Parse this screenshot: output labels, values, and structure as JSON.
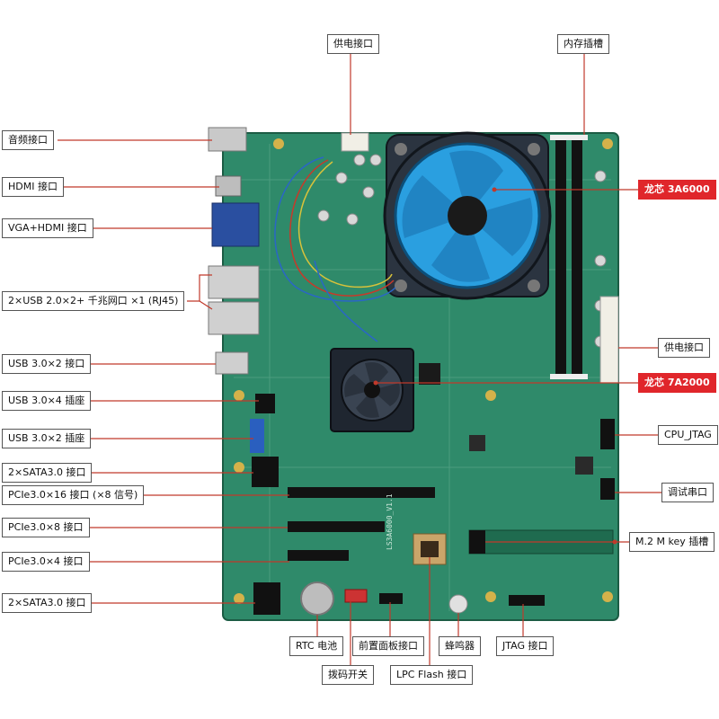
{
  "colors": {
    "board": "#2f8a6a",
    "board_dark": "#1f6b4f",
    "fan_blue": "#2a9fe0",
    "heatsink": "#2b3440",
    "slot_black": "#121212",
    "leader_line": "#c0392b",
    "highlight_label": "#e0262b"
  },
  "labels": {
    "power_connector_top": "供电接口",
    "memory_slot": "内存插槽",
    "audio": "音频接口",
    "hdmi": "HDMI 接口",
    "vga_hdmi": "VGA+HDMI 接口",
    "usb_lan": "2×USB 2.0×2+ 千兆网口 ×1 (RJ45)",
    "usb30_2_port": "USB 3.0×2 接口",
    "usb30_4_header": "USB 3.0×4 插座",
    "usb30_2_header": "USB 3.0×2 插座",
    "sata_top": "2×SATA3.0 接口",
    "pcie16": "PCIe3.0×16 接口 (×8 信号)",
    "pcie8": "PCIe3.0×8 接口",
    "pcie4": "PCIe3.0×4 接口",
    "sata_bottom": "2×SATA3.0 接口",
    "cpu": "龙芯 3A6000",
    "power_connector_right": "供电接口",
    "bridge": "龙芯 7A2000",
    "cpu_jtag": "CPU_JTAG",
    "debug_serial": "调试串口",
    "m2": "M.2 M key 插槽",
    "rtc_battery": "RTC 电池",
    "front_panel": "前置面板接口",
    "buzzer": "蜂鸣器",
    "jtag": "JTAG 接口",
    "dip_switch": "拨码开关",
    "lpc_flash": "LPC Flash 接口"
  },
  "board_silkscreen": "LS3A6000_V1.1"
}
